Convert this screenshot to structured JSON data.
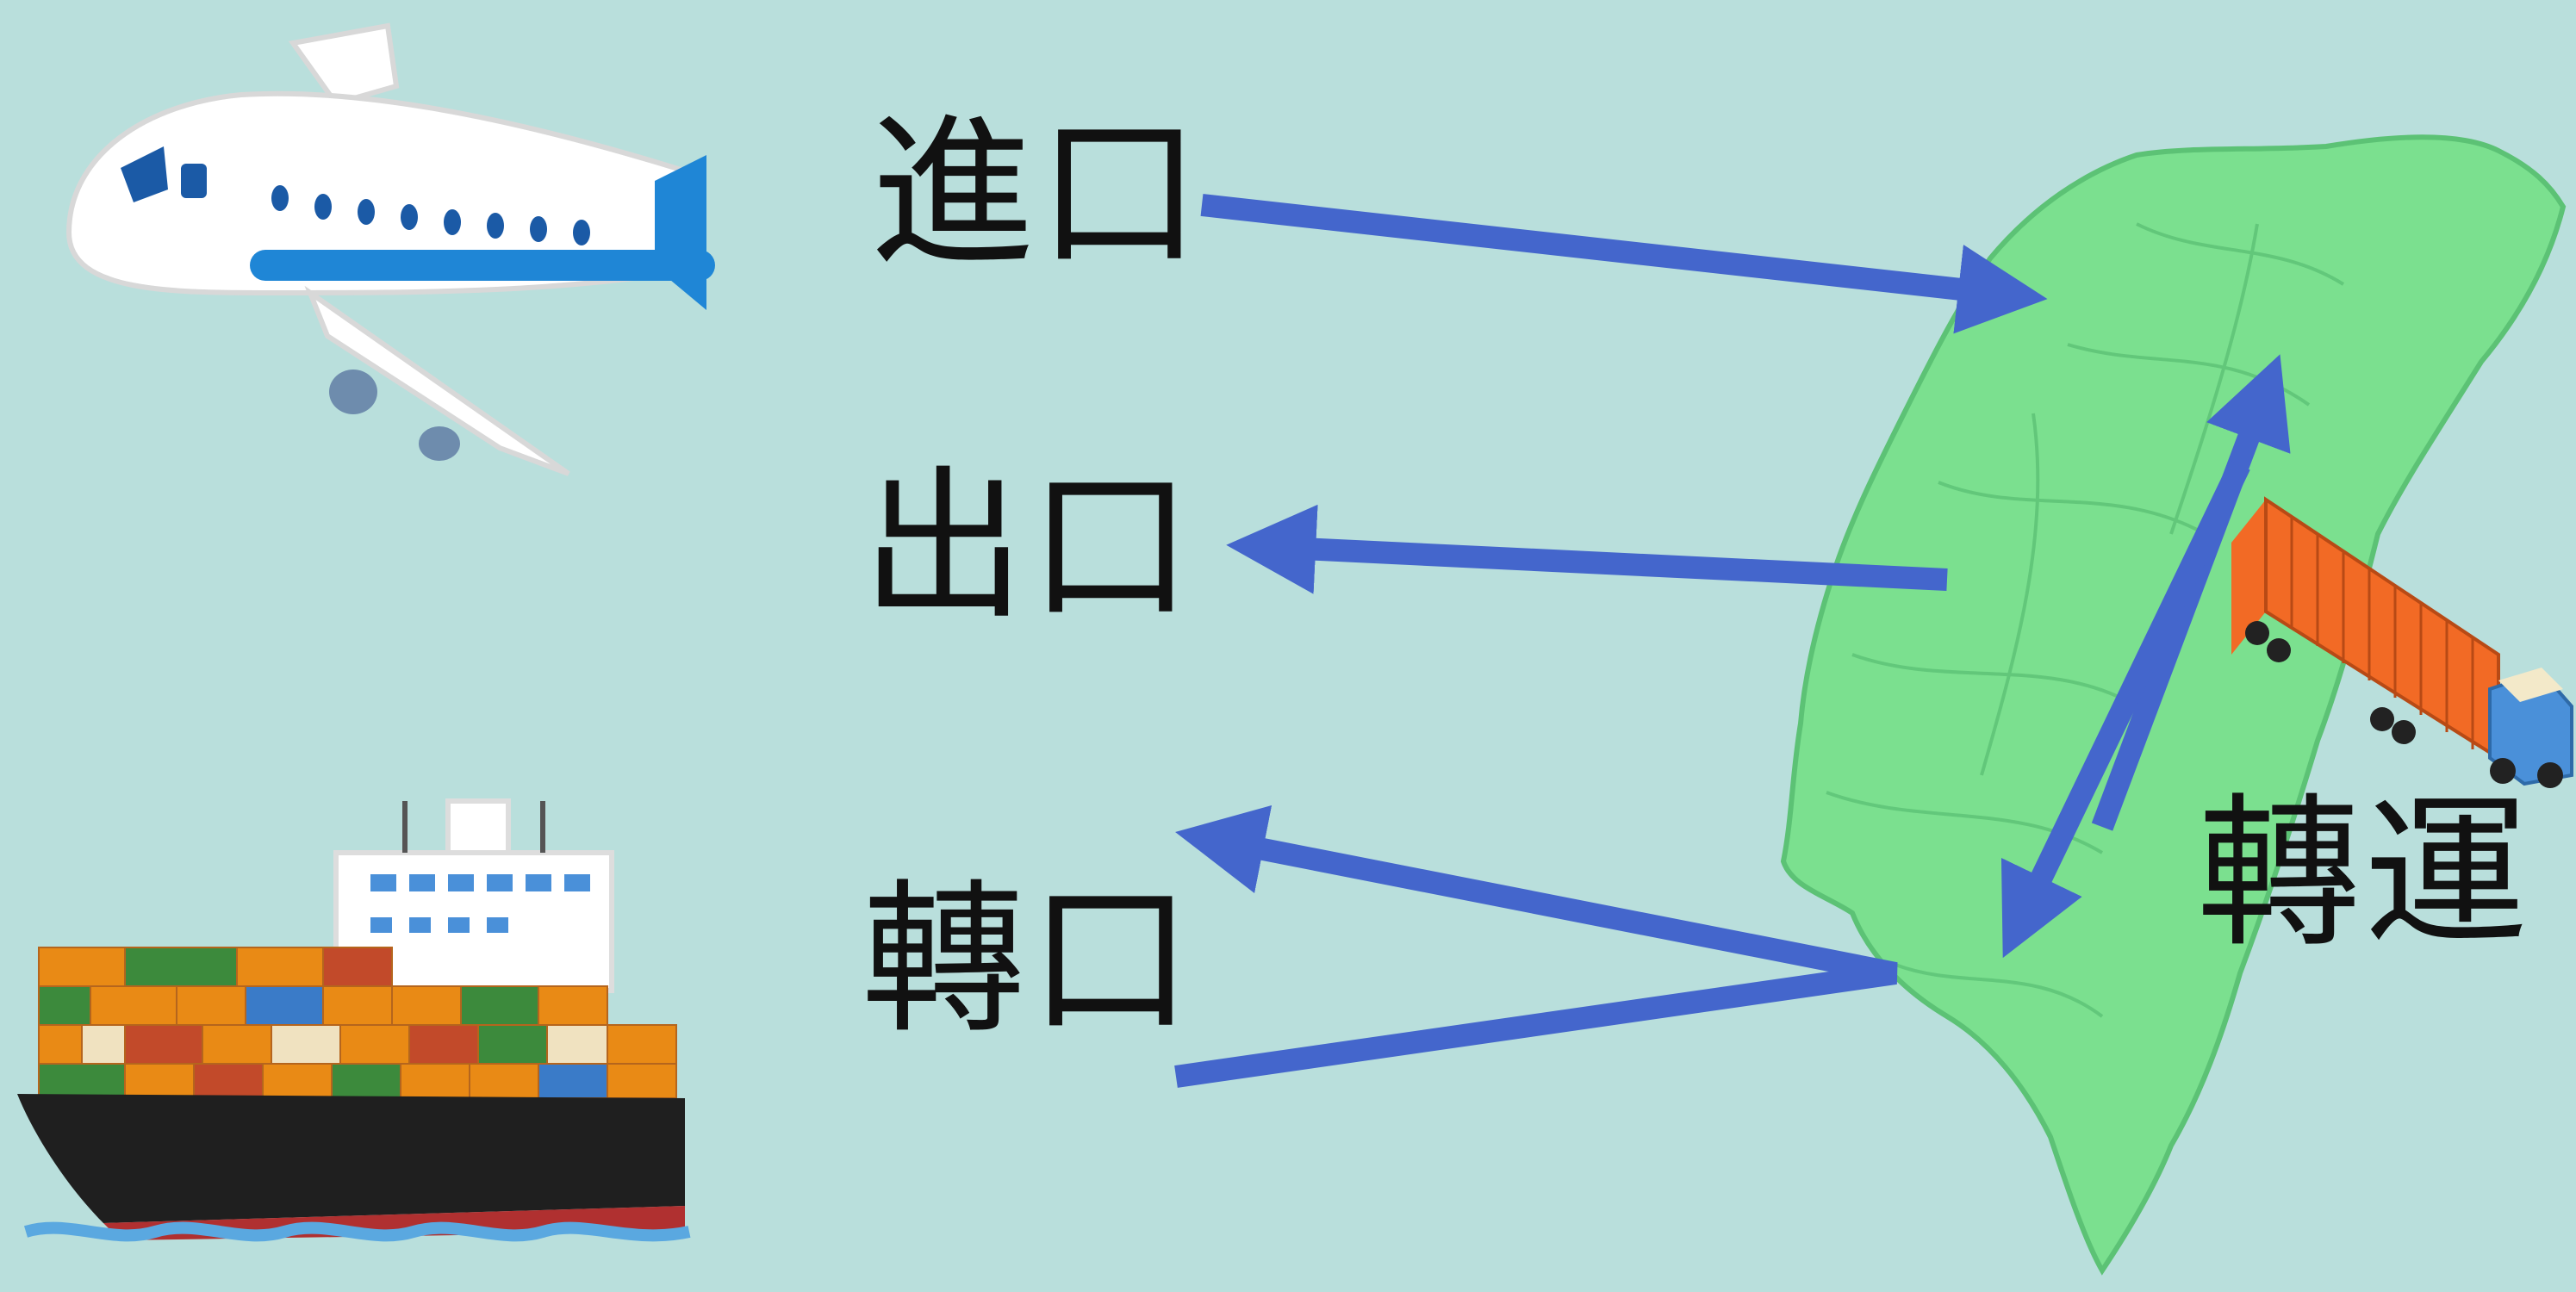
{
  "labels": {
    "import": "進口",
    "export": "出口",
    "reexport": "轉口",
    "transit": "轉運"
  },
  "colors": {
    "background": "#b9dfdc",
    "arrow": "#4466cc",
    "land": "#7be08f",
    "land_border": "#5cc275",
    "truck_container": "#f26a25",
    "truck_cab": "#4a90d9"
  },
  "icons": [
    "airplane-icon",
    "cargo-ship-icon",
    "taiwan-map-icon",
    "container-truck-icon"
  ]
}
